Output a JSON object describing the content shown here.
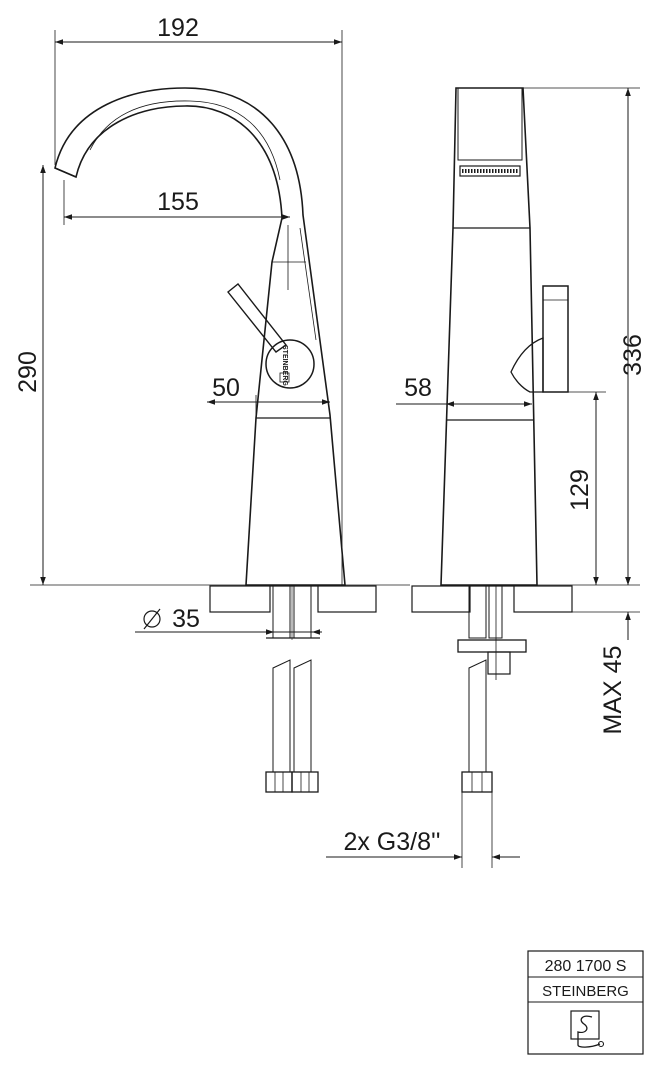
{
  "dimensions": {
    "width_total": "192",
    "spout_reach": "155",
    "height_left": "290",
    "lever_width": "50",
    "base_diameter": "35",
    "body_depth": "58",
    "height_total": "336",
    "lever_height": "129",
    "max_thickness": "MAX 45",
    "connection": "2x G3/8''"
  },
  "lever_logo_text": "STEINBERG",
  "title_block": {
    "article_number": "280 1700 S",
    "brand": "STEINBERG"
  },
  "colors": {
    "line": "#1a1a1a",
    "background": "#ffffff"
  }
}
